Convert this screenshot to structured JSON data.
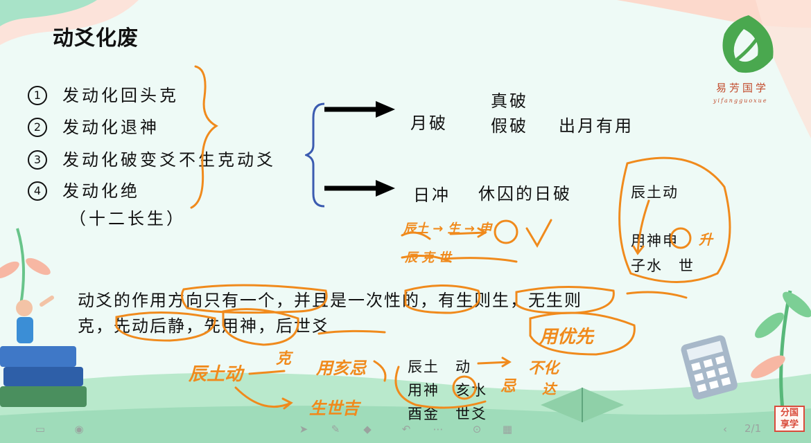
{
  "slide": {
    "title": "动爻化废",
    "items": [
      {
        "num": "①",
        "label": "发动化回头克"
      },
      {
        "num": "②",
        "label": "发动化退神"
      },
      {
        "num": "③",
        "label": "发动化破变爻不生克动爻"
      },
      {
        "num": "④",
        "label": "发动化绝"
      }
    ],
    "item4_note": "（十二长生）",
    "right": {
      "yuepo": "月破",
      "zhenpo": "真破",
      "jiapo": "假破",
      "chuyue": "出月有用",
      "richong": "日冲",
      "xiuqiu": "休囚的日破",
      "chentu": "辰土动",
      "yongshen_shen": "用神申",
      "zishui_shi": "子水　世"
    },
    "paragraph": {
      "line1": "动爻的作用方向只有一个，并且是一次性的，有生则生，无生则",
      "line2": "克，先动后静，先用神，后世爻"
    },
    "lower": {
      "chentu_dong": "辰土　动",
      "yongshen_haishui": "用神　亥水",
      "youjin_shiyao": "酉金　世爻"
    },
    "annotations": {
      "yong_you_xian": "用优先",
      "shi_right": "升",
      "chentu_sheng_shen": "辰土 → 生 → 申",
      "ke": "克",
      "chen_dong": "辰土动",
      "yong_hai_ji": "用亥忌",
      "bu_sheng_shi_ji": "生世吉",
      "bu_zuo": "不化",
      "chen_ke_shi": "辰 克 世",
      "xiaoji": "忌",
      "da": "达"
    }
  },
  "logo": {
    "title": "易芳国学",
    "subtitle": "yifangguoxue"
  },
  "stamp": {
    "line1": "分国",
    "line2": "享学"
  },
  "toolbar": {
    "page_indicator": "2/1"
  },
  "colors": {
    "ink": "#f08a1c",
    "background": "#eefaf6",
    "logo_green": "#4aa84f",
    "logo_red": "#c24a2b"
  }
}
